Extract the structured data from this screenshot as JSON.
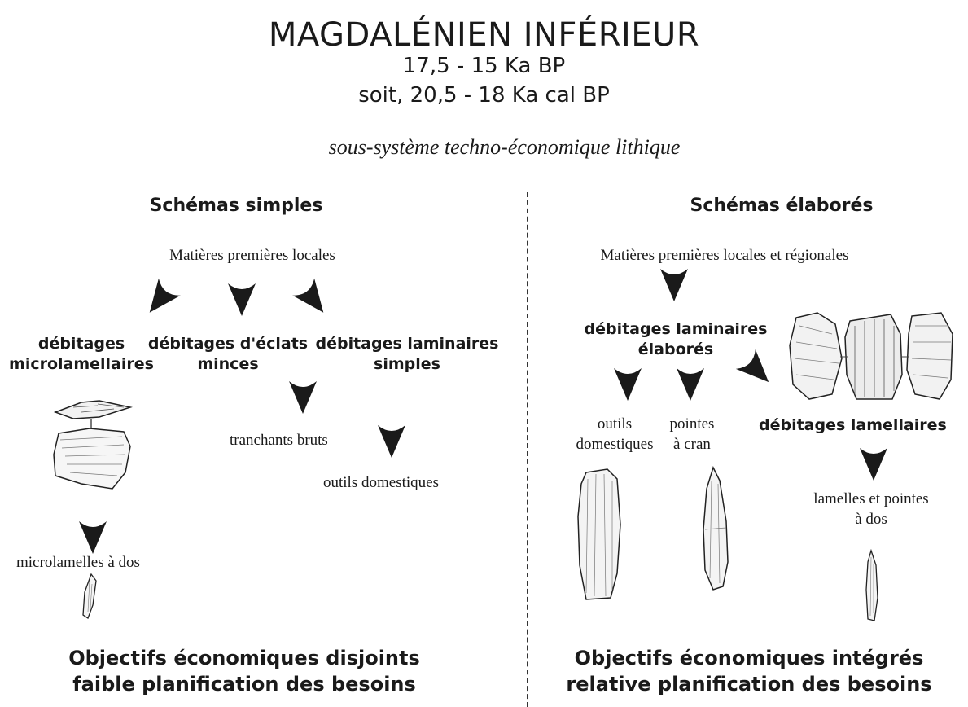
{
  "header": {
    "title": "MAGDALÉNIEN INFÉRIEUR",
    "dates_bp": "17,5 - 15 Ka BP",
    "dates_cal": "soit, 20,5 - 18 Ka cal BP",
    "subtitle": "sous-système techno-économique lithique"
  },
  "left": {
    "heading": "Schémas simples",
    "source": "Matières premières locales",
    "branches": [
      {
        "line1": "débitages",
        "line2": "microlamellaires"
      },
      {
        "line1": "débitages d'éclats",
        "line2": "minces"
      },
      {
        "line1": "débitages laminaires",
        "line2": "simples"
      }
    ],
    "products": {
      "tranchants": "tranchants bruts",
      "outils": "outils domestiques",
      "microlamelles": "microlamelles à dos"
    },
    "objective_line1": "Objectifs économiques disjoints",
    "objective_line2": "faible planification des besoins"
  },
  "right": {
    "heading": "Schémas élaborés",
    "source": "Matières premières locales et régionales",
    "laminaires_line1": "débitages laminaires",
    "laminaires_line2": "élaborés",
    "outils_line1": "outils",
    "outils_line2": "domestiques",
    "pointes_line1": "pointes",
    "pointes_line2": "à cran",
    "lamellaires": "débitages lamellaires",
    "lamelles_line1": "lamelles et pointes",
    "lamelles_line2": "à dos",
    "objective_line1": "Objectifs économiques intégrés",
    "objective_line2": "relative planification des besoins"
  }
}
